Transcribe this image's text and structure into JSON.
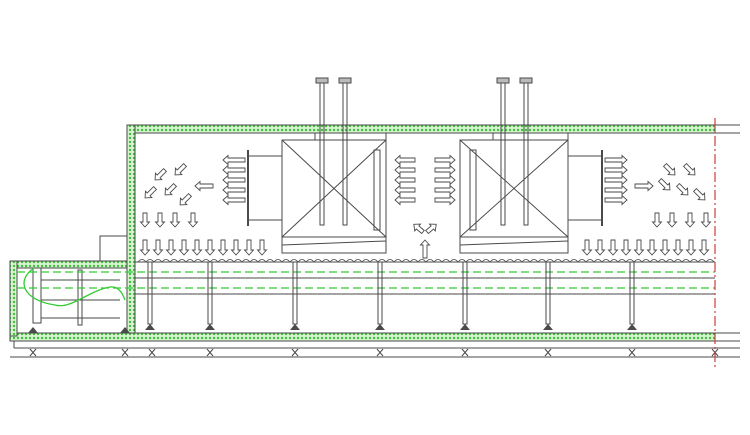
{
  "diagram": {
    "title": "",
    "colors": {
      "line": "#4a4a4a",
      "insulation": "#3fbf3f",
      "insulation_fill": "#d8f5d0",
      "conveyor_dash": "#33cc33",
      "centerline": "#d23c3c"
    },
    "components": [
      "insulated-housing",
      "infeed-section",
      "fan-unit-left",
      "fan-unit-right",
      "conveyor-belt",
      "support-legs",
      "airflow-arrows",
      "centerline"
    ]
  }
}
